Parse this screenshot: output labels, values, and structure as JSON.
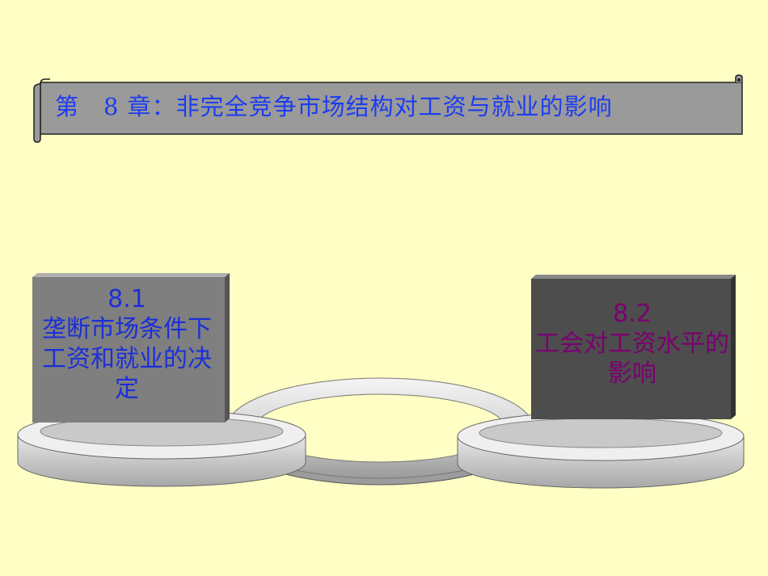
{
  "slide": {
    "title": "第　8 章：非完全竞争市场结构对工资与就业的影响",
    "colors": {
      "background": "#FFFFC5",
      "title_text": "#1D3CF0",
      "box1_text": "#1C2FD8",
      "box2_text": "#7A006F"
    }
  },
  "boxes": [
    {
      "number": "8.1",
      "text": "垄断市场条件下工资和就业的决定"
    },
    {
      "number": "8.2",
      "text": "工会对工资水平的影响"
    }
  ]
}
